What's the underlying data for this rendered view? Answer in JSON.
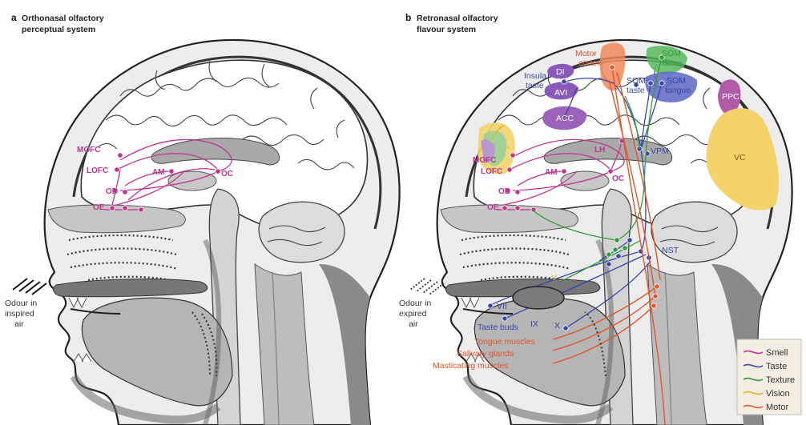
{
  "colors": {
    "smell": "#c0358f",
    "taste": "#3a46a8",
    "texture": "#2f9b3a",
    "vision": "#e0b52a",
    "motor": "#e2562a",
    "head_fill": "#ececec",
    "brain_fill": "#ffffff",
    "tissue_dark": "#7f7f7f",
    "tissue_mid": "#b8b8b8"
  },
  "panel_a": {
    "letter": "a",
    "title_line1": "Orthonasal olfactory",
    "title_line2": "perceptual system",
    "airflow": "Odour in\ninspired\nair",
    "labels": {
      "mofc": "MOFC",
      "lofc": "LOFC",
      "am": "AM",
      "ob": "OB",
      "oe": "OE",
      "oc": "OC"
    }
  },
  "panel_b": {
    "letter": "b",
    "title_line1": "Retronasal olfactory",
    "title_line2": "flavour system",
    "airflow": "Odour in\nexpired\nair",
    "labels": {
      "motor_cortex": "Motor\ncortex",
      "som_faces": "SOM\nfaces",
      "som_taste": "SOM\ntaste",
      "som_tongue": "SOM\ntongue",
      "insula_taste": "Insula\ntaste",
      "di": "DI",
      "avi": "AVI",
      "acc": "ACC",
      "ppc": "PPC",
      "vc": "VC",
      "mofc": "MOFC",
      "lofc": "LOFC",
      "am": "AM",
      "lh": "LH",
      "oc": "OC",
      "ob": "OB",
      "oe": "OE",
      "vpm": "VPM",
      "nst": "NST",
      "v": "V",
      "vii": "VII",
      "ix": "IX",
      "x": "X",
      "taste_buds": "Taste buds",
      "tongue_muscles": "Tongue muscles",
      "salivary_glands": "Salivary glands",
      "masticating_muscles": "Masticating muscles"
    }
  },
  "legend": {
    "items": [
      {
        "label": "Smell",
        "color": "#c0358f"
      },
      {
        "label": "Taste",
        "color": "#3a46a8"
      },
      {
        "label": "Texture",
        "color": "#2f9b3a"
      },
      {
        "label": "Vision",
        "color": "#e0b52a"
      },
      {
        "label": "Motor",
        "color": "#e2562a"
      }
    ]
  }
}
